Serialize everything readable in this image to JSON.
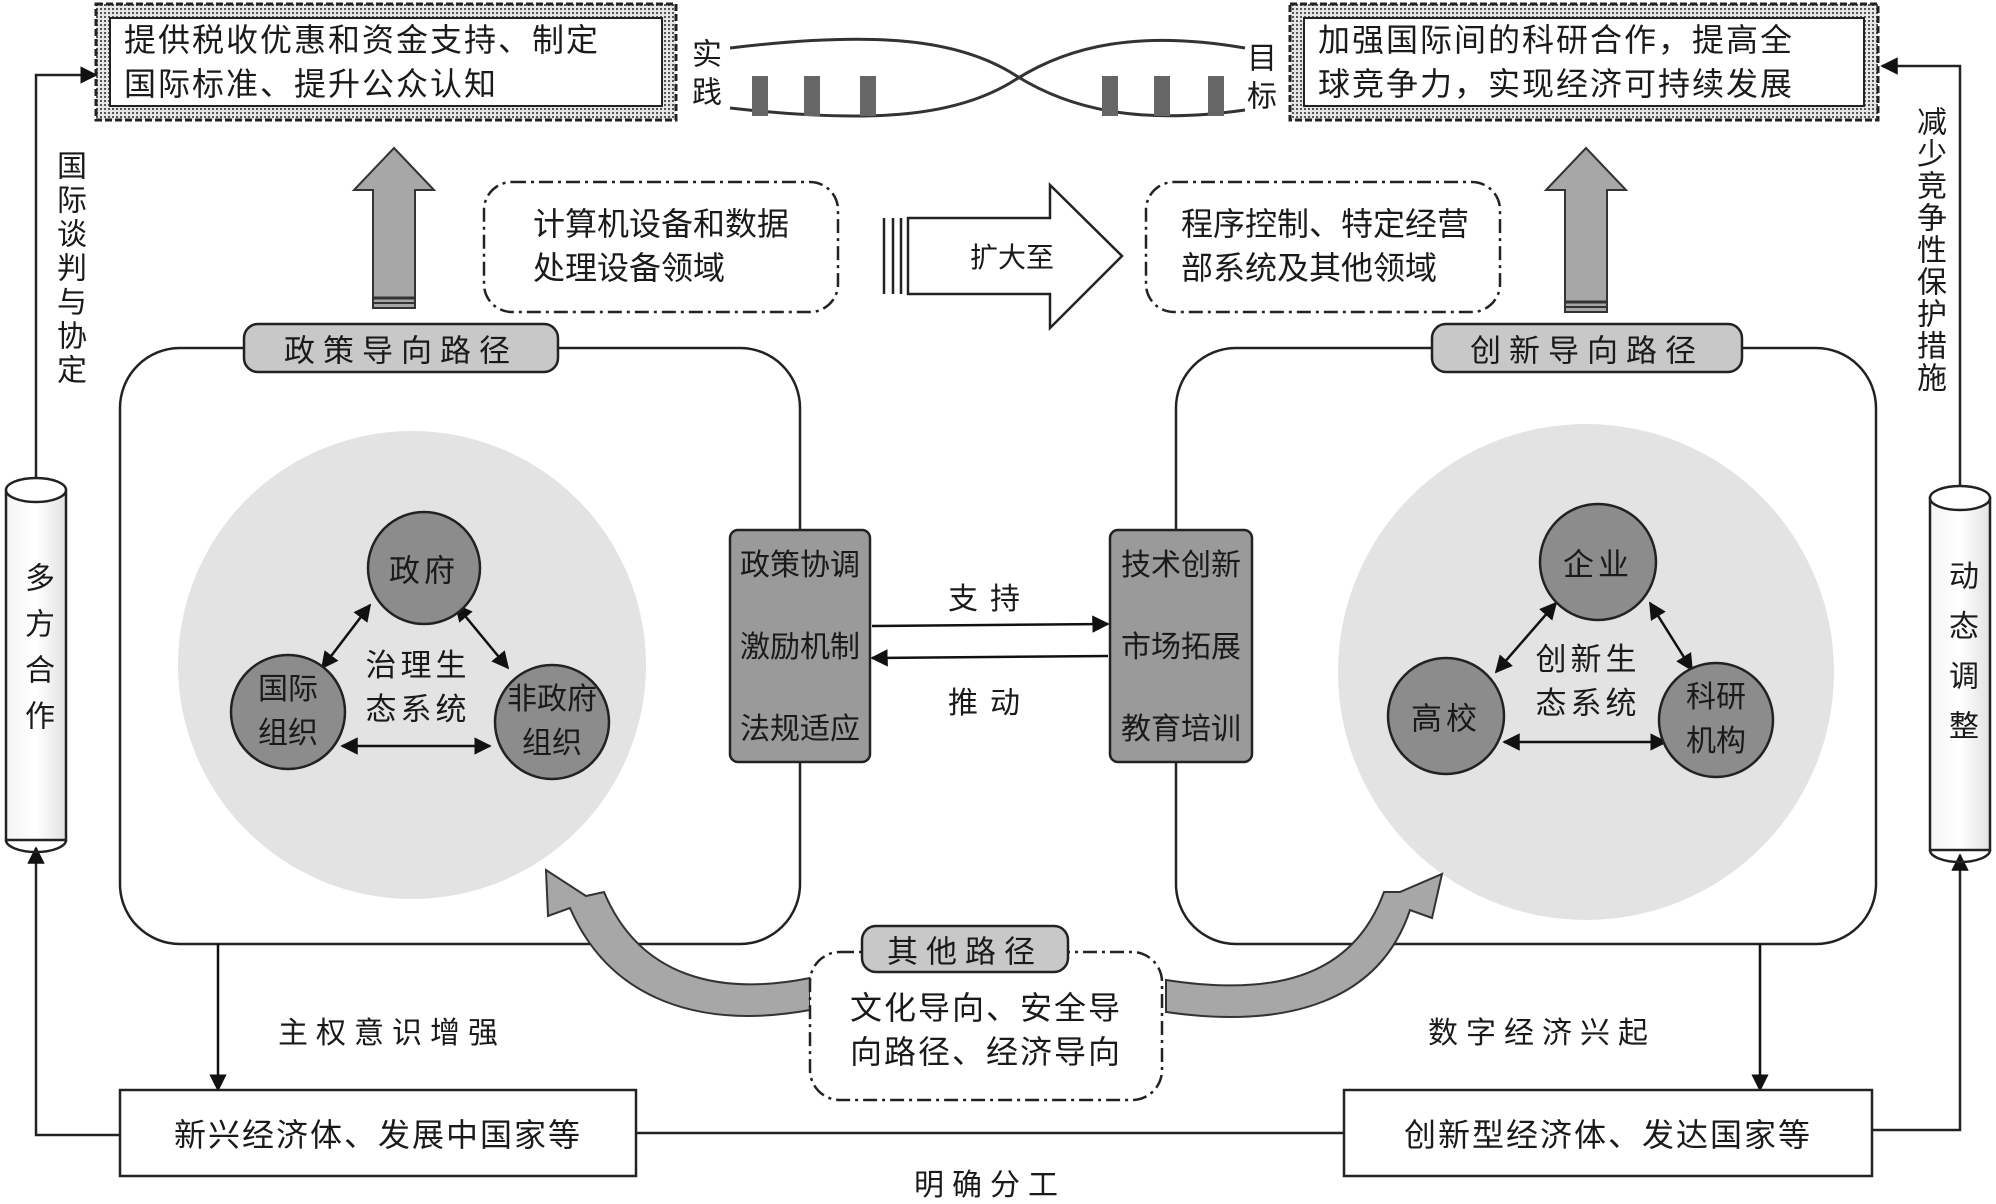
{
  "top_left_box": {
    "lines": [
      "提供税收优惠和资金支持、制定",
      "国际标准、提升公众认知"
    ]
  },
  "top_right_box": {
    "lines": [
      "加强国际间的科研合作，提高全",
      "球竞争力，实现经济可持续发展"
    ]
  },
  "practice_label": "实践",
  "goal_label": "目标",
  "left_vertical_text": "国际谈判与协定",
  "right_vertical_text": "减少竞争性保护措施",
  "left_cylinder_text": "多方合作",
  "right_cylinder_text": "动态调整",
  "computer_box": {
    "lines": [
      "计算机设备和数据",
      "处理设备领域"
    ]
  },
  "expand_label": "扩大至",
  "program_box": {
    "lines": [
      "程序控制、特定经营",
      "部系统及其他领域"
    ]
  },
  "policy_path_title": "政策导向路径",
  "innovation_path_title": "创新导向路径",
  "governance": {
    "center_lines": [
      "治理生",
      "态系统"
    ],
    "government": "政府",
    "intl_org_lines": [
      "国际",
      "组织"
    ],
    "ngo_lines": [
      "非政府",
      "组织"
    ]
  },
  "innovation_eco": {
    "center_lines": [
      "创新生",
      "态系统"
    ],
    "enterprise": "企业",
    "university": "高校",
    "research_lines": [
      "科研",
      "机构"
    ]
  },
  "policy_items": [
    "政策协调",
    "激励机制",
    "法规适应"
  ],
  "tech_items": [
    "技术创新",
    "市场拓展",
    "教育培训"
  ],
  "support_label": "支持",
  "promote_label": "推动",
  "other_paths_title": "其他路径",
  "other_paths_box": {
    "lines": [
      "文化导向、安全导",
      "向路径、经济导向"
    ]
  },
  "sovereignty_label": "主权意识增强",
  "digital_economy_label": "数字经济兴起",
  "emerging_box": "新兴经济体、发展中国家等",
  "innovative_box": "创新型经济体、发达国家等",
  "division_label": "明确分工",
  "colors": {
    "node_fill": "#8c8c8c",
    "circle_bg": "#e3e3e3",
    "tag_fill": "#c8c8c8",
    "stroke": "#222222"
  }
}
